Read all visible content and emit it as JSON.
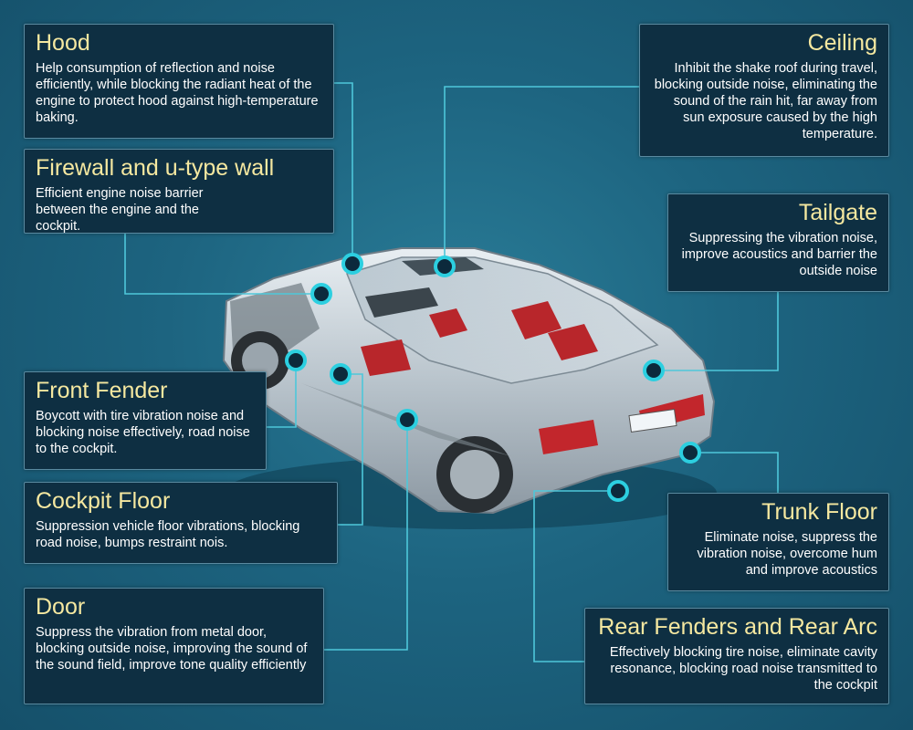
{
  "panels": {
    "hood": {
      "title": "Hood",
      "desc": "Help consumption of reflection and noise efficiently, while blocking the radiant heat of the engine to protect hood against high-temperature baking."
    },
    "firewall": {
      "title": "Firewall and u-type wall",
      "desc": "Efficient engine noise barrier between the engine and the cockpit."
    },
    "front_fender": {
      "title": "Front Fender",
      "desc": "Boycott with tire vibration noise and blocking noise effectively, road noise to the cockpit."
    },
    "cockpit_floor": {
      "title": "Cockpit Floor",
      "desc": "Suppression vehicle floor vibrations, blocking road noise, bumps restraint nois."
    },
    "door": {
      "title": "Door",
      "desc": "Suppress the vibration from metal door, blocking outside noise, improving the sound of the sound field, improve tone quality efficiently"
    },
    "ceiling": {
      "title": "Ceiling",
      "desc": "Inhibit the shake roof during travel, blocking outside noise, eliminating the sound of the rain hit, far away from sun exposure caused by the high temperature."
    },
    "tailgate": {
      "title": "Tailgate",
      "desc": "Suppressing the vibration noise, improve acoustics and barrier the outside noise"
    },
    "trunk_floor": {
      "title": "Trunk Floor",
      "desc": "Eliminate noise, suppress the vibration noise, overcome hum and improve acoustics"
    },
    "rear_fenders": {
      "title": "Rear Fenders and Rear Arc",
      "desc": "Effectively blocking tire noise, eliminate cavity resonance, blocking road noise transmitted to the cockpit"
    }
  },
  "colors": {
    "background": "#1d6480",
    "panel": "#0e2f42",
    "title": "#f5e8a0",
    "ring": "#2ccfe0",
    "leader": "#4ec7da"
  }
}
